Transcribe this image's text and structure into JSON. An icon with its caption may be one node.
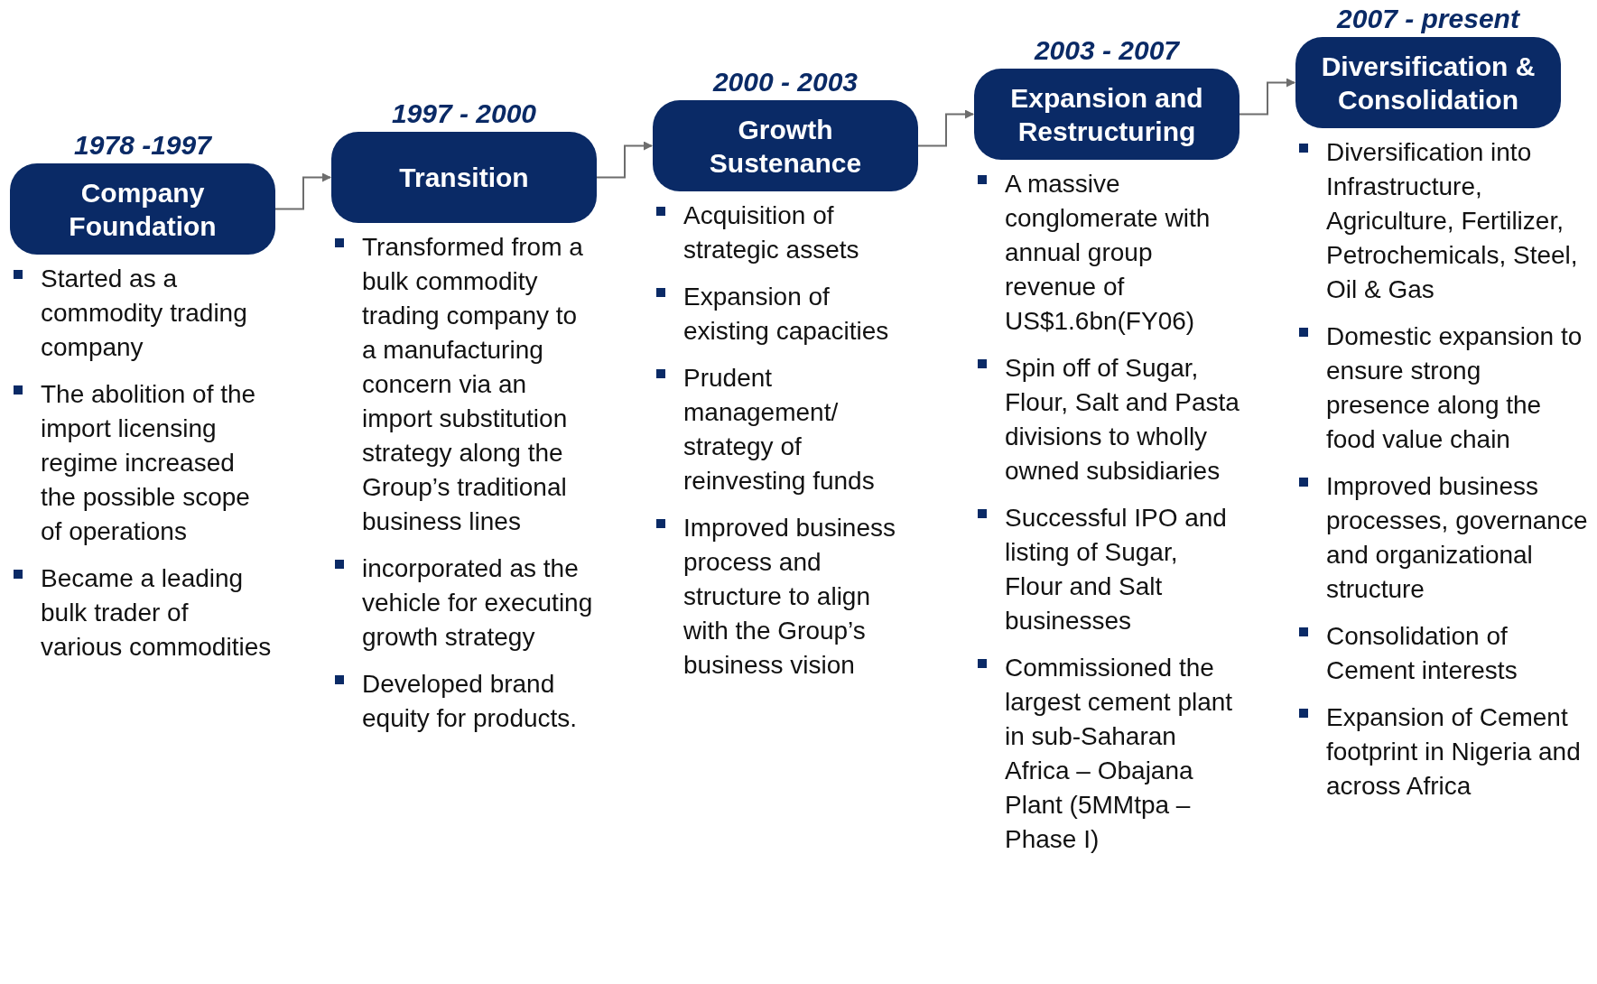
{
  "diagram": {
    "nodes": [
      {
        "text": [
          "1978 -1997",
          "Company Foundation"
        ]
      },
      {
        "text": [
          "1997 - 2000",
          "Transition"
        ]
      },
      {
        "text": [
          "2000 - 2003",
          "Growth Sustenance"
        ]
      },
      {
        "text": [
          "2003 - 2007",
          "Expansion and Restructuring"
        ]
      },
      {
        "text": [
          "2007 - present",
          "Diversification & Consolidation"
        ]
      }
    ],
    "edges": [
      {
        "from": 0,
        "to": 1,
        "arrow": "to"
      },
      {
        "from": 1,
        "to": 2,
        "arrow": "to"
      },
      {
        "from": 2,
        "to": 3,
        "arrow": "to"
      },
      {
        "from": 3,
        "to": 4,
        "arrow": "to"
      }
    ],
    "labels": [
      "Started as a commodity trading company",
      "The abolition of the import licensing regime increased the possible scope of operations",
      "Became a leading bulk trader of various commodities",
      "Transformed from a bulk commodity trading company to a manufacturing concern via an import substitution strategy along the Group’s traditional business lines",
      "incorporated as the vehicle for executing growth strategy",
      "Developed brand equity for products.",
      "Acquisition of strategic assets",
      "Expansion of existing capacities",
      "Prudent management/ strategy of reinvesting funds",
      "Improved business process and structure to align with the Group’s business vision",
      "A massive conglomerate with annual group revenue of US$1.6bn(FY06)",
      "Spin off of Sugar, Flour, Salt and Pasta divisions to wholly owned subsidiaries",
      "Successful IPO and listing of Sugar, Flour and Salt businesses",
      "Commissioned the largest cement plant in sub-Saharan Africa – Obajana Plant (5MMtpa – Phase I)",
      "Diversification into Infrastructure, Agriculture, Fertilizer, Petrochemicals, Steel, Oil & Gas",
      "Domestic expansion to ensure strong presence along the food value chain",
      "Improved business processes, governance and organizational structure",
      "Consolidation of Cement interests",
      "Expansion of Cement footprint in Nigeria and across Africa"
    ]
  }
}
